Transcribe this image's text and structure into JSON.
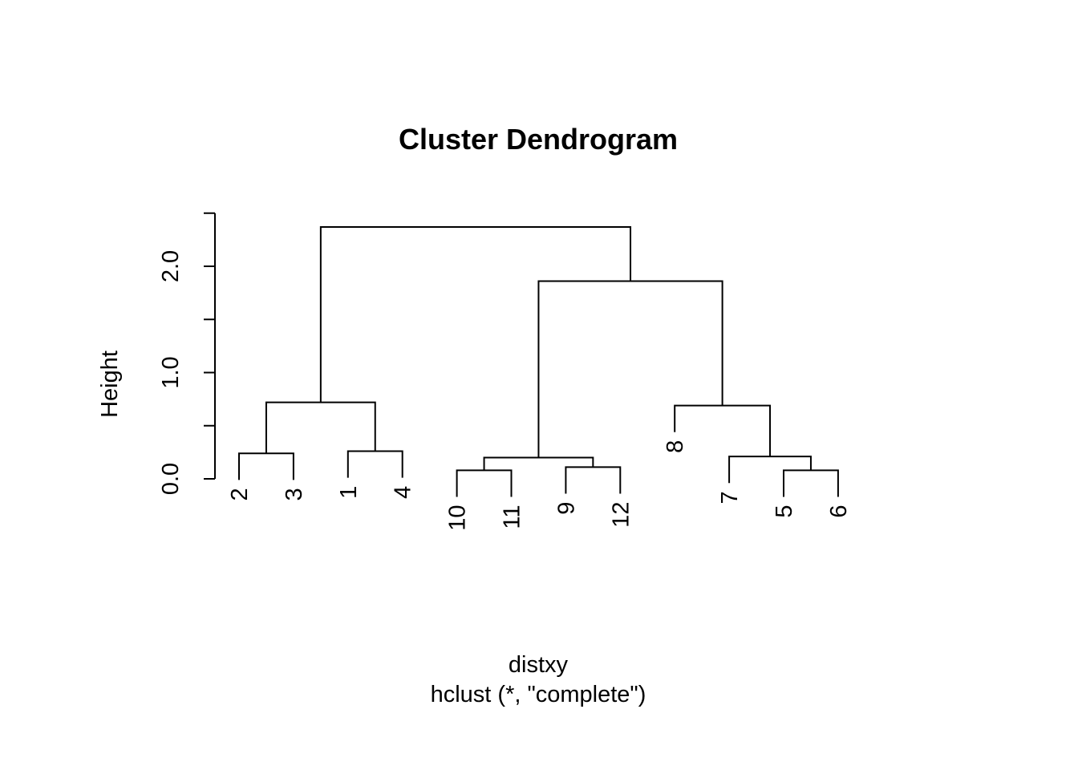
{
  "chart_data": {
    "type": "dendrogram",
    "title": "Cluster Dendrogram",
    "xlabel": "distxy",
    "sub": "hclust (*, \"complete\")",
    "ylabel": "Height",
    "ylim": [
      0,
      2.5
    ],
    "yticks": [
      0.0,
      0.5,
      1.0,
      1.5,
      2.0,
      2.5
    ],
    "ytick_labels": [
      {
        "value": 0.0,
        "label": "0.0"
      },
      {
        "value": 1.0,
        "label": "1.0"
      },
      {
        "value": 2.0,
        "label": "2.0"
      }
    ],
    "leaves": [
      "2",
      "3",
      "1",
      "4",
      "10",
      "11",
      "9",
      "12",
      "8",
      "7",
      "5",
      "6"
    ],
    "leaf_label_offset": 0.25,
    "merges": [
      {
        "id": "m1",
        "children": [
          "2",
          "3"
        ],
        "height": 0.24
      },
      {
        "id": "m2",
        "children": [
          "1",
          "4"
        ],
        "height": 0.26
      },
      {
        "id": "m3",
        "children": [
          "m1",
          "m2"
        ],
        "height": 0.72
      },
      {
        "id": "m4",
        "children": [
          "10",
          "11"
        ],
        "height": 0.08
      },
      {
        "id": "m5",
        "children": [
          "9",
          "12"
        ],
        "height": 0.11
      },
      {
        "id": "m6",
        "children": [
          "m4",
          "m5"
        ],
        "height": 0.2
      },
      {
        "id": "m7",
        "children": [
          "5",
          "6"
        ],
        "height": 0.08
      },
      {
        "id": "m8",
        "children": [
          "7",
          "m7"
        ],
        "height": 0.21
      },
      {
        "id": "m9",
        "children": [
          "8",
          "m8"
        ],
        "height": 0.69
      },
      {
        "id": "m10",
        "children": [
          "m6",
          "m9"
        ],
        "height": 1.86
      },
      {
        "id": "m11",
        "children": [
          "m3",
          "m10"
        ],
        "height": 2.37
      }
    ]
  }
}
